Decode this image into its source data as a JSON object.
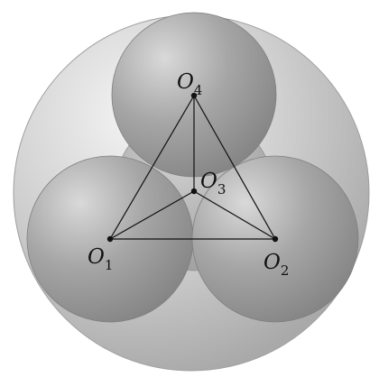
{
  "diagram": {
    "points": [
      {
        "id": "O1",
        "letter": "O",
        "index": "1"
      },
      {
        "id": "O2",
        "letter": "O",
        "index": "2"
      },
      {
        "id": "O3",
        "letter": "O",
        "index": "3"
      },
      {
        "id": "O4",
        "letter": "O",
        "index": "4"
      }
    ],
    "edges": [
      [
        "O1",
        "O2"
      ],
      [
        "O1",
        "O4"
      ],
      [
        "O2",
        "O4"
      ],
      [
        "O1",
        "O3"
      ],
      [
        "O2",
        "O3"
      ],
      [
        "O3",
        "O4"
      ]
    ],
    "colors": {
      "outer_sphere": "#bdbdbd",
      "inner_sphere": "#9a9a9a",
      "lines": "#111111"
    }
  }
}
